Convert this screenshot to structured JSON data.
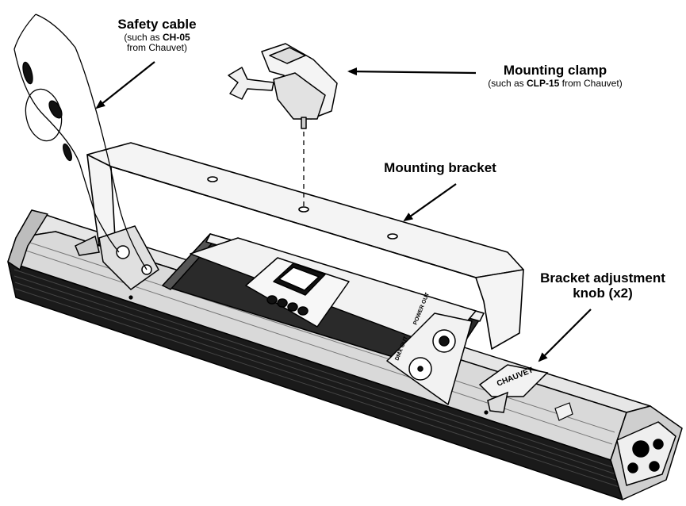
{
  "callouts": {
    "safety_cable": {
      "title": "Safety cable",
      "sub_line1_prefix": "(such as ",
      "sub_line1_bold": "CH-05",
      "sub_line2": "from Chauvet)"
    },
    "mounting_clamp": {
      "title": "Mounting clamp",
      "sub_prefix": "(such as ",
      "sub_bold": "CLP-15",
      "sub_suffix": " from Chauvet)"
    },
    "mounting_bracket": {
      "title": "Mounting bracket"
    },
    "bracket_knob": {
      "title_line1": "Bracket adjustment",
      "title_line2": "knob (x2)"
    }
  },
  "device_labels": {
    "power_out": "POWER OUT",
    "dmx_out": "DMX OUT",
    "knob_brand": "CHAUVET"
  },
  "colors": {
    "ink": "#000000",
    "housing_dark": "#1a1a1a",
    "housing_mid": "#cfcfcf",
    "panel_light": "#f2f2f2"
  }
}
